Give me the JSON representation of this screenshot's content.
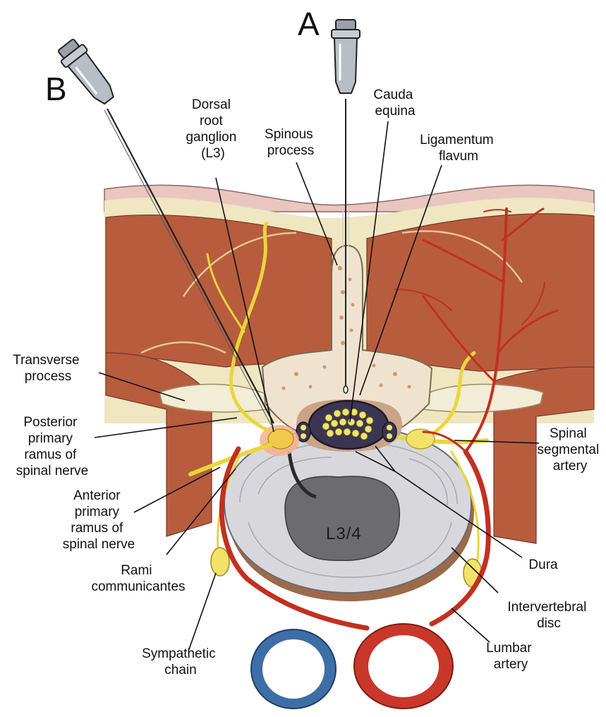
{
  "needles": {
    "a": "A",
    "b": "B"
  },
  "disc_level": "L3/4",
  "labels": {
    "cauda_equina": [
      "Cauda",
      "equina"
    ],
    "dorsal_root_ganglion": [
      "Dorsal",
      "root",
      "ganglion",
      "(L3)"
    ],
    "spinous_process": [
      "Spinous",
      "process"
    ],
    "ligamentum_flavum": [
      "Ligamentum",
      "flavum"
    ],
    "transverse_process": [
      "Transverse",
      "process"
    ],
    "posterior_ramus": [
      "Posterior",
      "primary",
      "ramus of",
      "spinal nerve"
    ],
    "anterior_ramus": [
      "Anterior",
      "primary",
      "ramus of",
      "spinal nerve"
    ],
    "rami_communicantes": [
      "Rami",
      "communicantes"
    ],
    "sympathetic_chain": [
      "Sympathetic",
      "chain"
    ],
    "spinal_segmental_artery": [
      "Spinal",
      "segmental",
      "artery"
    ],
    "dura": [
      "Dura"
    ],
    "intervertebral_disc": [
      "Intervertebral",
      "disc"
    ],
    "lumbar_artery": [
      "Lumbar",
      "artery"
    ]
  }
}
